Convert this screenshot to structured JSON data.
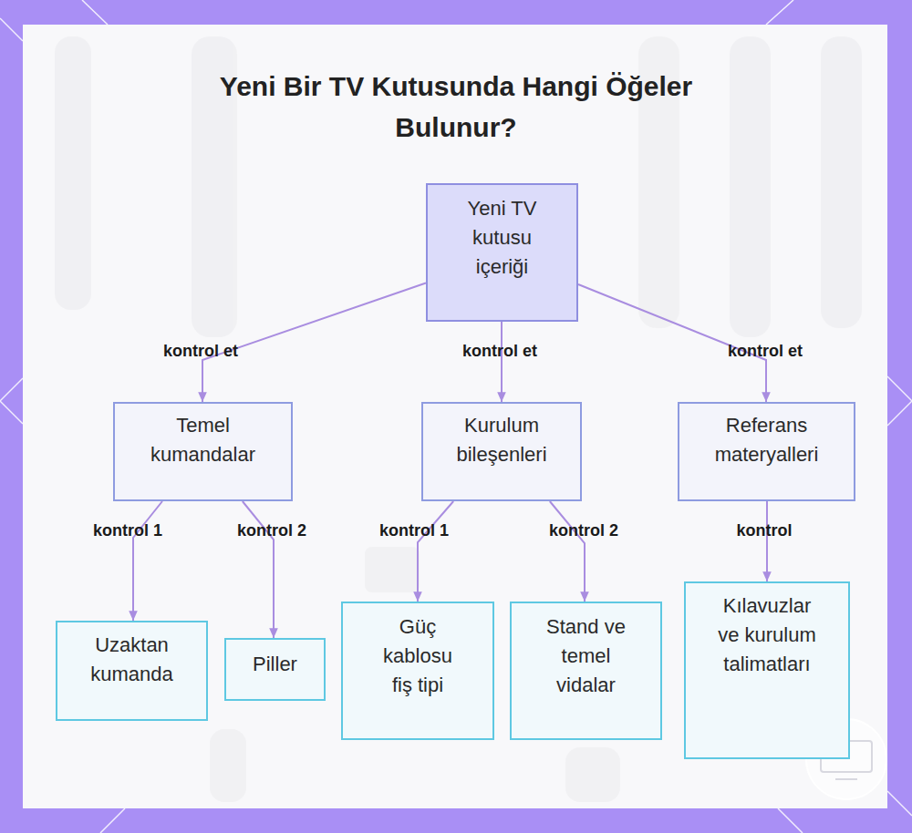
{
  "diagram": {
    "title": "Yeni Bir TV Kutusunda Hangi Öğeler Bulunur?",
    "nodes": [
      {
        "text": [
          "Yeni TV kutusu içeriği"
        ]
      },
      {
        "text": [
          "Temel kumandalar"
        ]
      },
      {
        "text": [
          "Kurulum bileşenleri"
        ]
      },
      {
        "text": [
          "Referans materyalleri"
        ]
      },
      {
        "text": [
          "Uzaktan kumanda"
        ]
      },
      {
        "text": [
          "Piller"
        ]
      },
      {
        "text": [
          "Güç kablosu fiş tipi"
        ]
      },
      {
        "text": [
          "Stand ve temel vidalar"
        ]
      },
      {
        "text": [
          "Kılavuzlar ve kurulum talimatları"
        ]
      }
    ],
    "edges": [
      {
        "from": 0,
        "to": 1,
        "label": "kontrol et",
        "arrow": "to"
      },
      {
        "from": 0,
        "to": 2,
        "label": "kontrol et",
        "arrow": "to"
      },
      {
        "from": 0,
        "to": 3,
        "label": "kontrol et",
        "arrow": "to"
      },
      {
        "from": 1,
        "to": 4,
        "label": "kontrol 1",
        "arrow": "to"
      },
      {
        "from": 1,
        "to": 5,
        "label": "kontrol 2",
        "arrow": "to"
      },
      {
        "from": 2,
        "to": 6,
        "label": "kontrol 1",
        "arrow": "to"
      },
      {
        "from": 2,
        "to": 7,
        "label": "kontrol 2",
        "arrow": "to"
      },
      {
        "from": 3,
        "to": 8,
        "label": "kontrol",
        "arrow": "to"
      }
    ]
  }
}
